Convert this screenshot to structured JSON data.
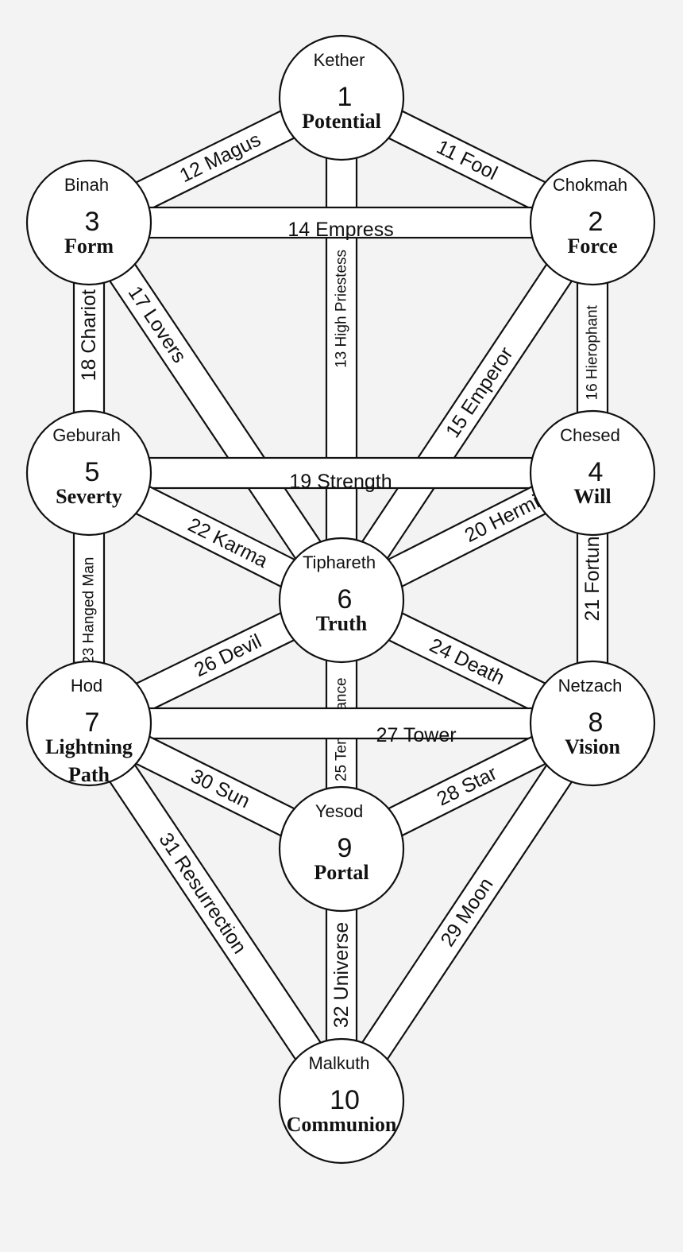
{
  "colors": {
    "background": "#f3f3f3",
    "fill": "#ffffff",
    "stroke": "#111111"
  },
  "sephiroth": [
    {
      "id": "kether",
      "name": "Kether",
      "number": "1",
      "attribute": "Potential"
    },
    {
      "id": "chokmah",
      "name": "Chokmah",
      "number": "2",
      "attribute": "Force"
    },
    {
      "id": "binah",
      "name": "Binah",
      "number": "3",
      "attribute": "Form"
    },
    {
      "id": "chesed",
      "name": "Chesed",
      "number": "4",
      "attribute": "Will"
    },
    {
      "id": "geburah",
      "name": "Geburah",
      "number": "5",
      "attribute": "Severty"
    },
    {
      "id": "tiphareth",
      "name": "Tiphareth",
      "number": "6",
      "attribute": "Truth"
    },
    {
      "id": "hod",
      "name": "Hod",
      "number": "7",
      "attribute": "Lightning",
      "attribute2": "Path"
    },
    {
      "id": "netzach",
      "name": "Netzach",
      "number": "8",
      "attribute": "Vision"
    },
    {
      "id": "yesod",
      "name": "Yesod",
      "number": "9",
      "attribute": "Portal"
    },
    {
      "id": "malkuth",
      "name": "Malkuth",
      "number": "10",
      "attribute": "Communion"
    }
  ],
  "paths": [
    {
      "label": "11 Fool",
      "from": "kether",
      "to": "chokmah"
    },
    {
      "label": "12 Magus",
      "from": "kether",
      "to": "binah"
    },
    {
      "label": "13 High Priestess",
      "from": "kether",
      "to": "tiphareth"
    },
    {
      "label": "14 Empress",
      "from": "binah",
      "to": "chokmah"
    },
    {
      "label": "15 Emperor",
      "from": "chokmah",
      "to": "tiphareth"
    },
    {
      "label": "16 Hierophant",
      "from": "chokmah",
      "to": "chesed"
    },
    {
      "label": "17 Lovers",
      "from": "binah",
      "to": "tiphareth"
    },
    {
      "label": "18 Chariot",
      "from": "binah",
      "to": "geburah"
    },
    {
      "label": "19 Strength",
      "from": "geburah",
      "to": "chesed"
    },
    {
      "label": "20 Hermit",
      "from": "chesed",
      "to": "tiphareth"
    },
    {
      "label": "21 Fortune",
      "from": "chesed",
      "to": "netzach"
    },
    {
      "label": "22 Karma",
      "from": "geburah",
      "to": "tiphareth"
    },
    {
      "label": "23 Hanged Man",
      "from": "geburah",
      "to": "hod"
    },
    {
      "label": "24 Death",
      "from": "tiphareth",
      "to": "netzach"
    },
    {
      "label": "25 Temperance",
      "from": "tiphareth",
      "to": "yesod"
    },
    {
      "label": "26 Devil",
      "from": "tiphareth",
      "to": "hod"
    },
    {
      "label": "27 Tower",
      "from": "hod",
      "to": "netzach"
    },
    {
      "label": "28 Star",
      "from": "netzach",
      "to": "yesod"
    },
    {
      "label": "29 Moon",
      "from": "netzach",
      "to": "malkuth"
    },
    {
      "label": "30 Sun",
      "from": "hod",
      "to": "yesod"
    },
    {
      "label": "31 Resurrection",
      "from": "hod",
      "to": "malkuth"
    },
    {
      "label": "32 Universe",
      "from": "yesod",
      "to": "malkuth"
    }
  ]
}
